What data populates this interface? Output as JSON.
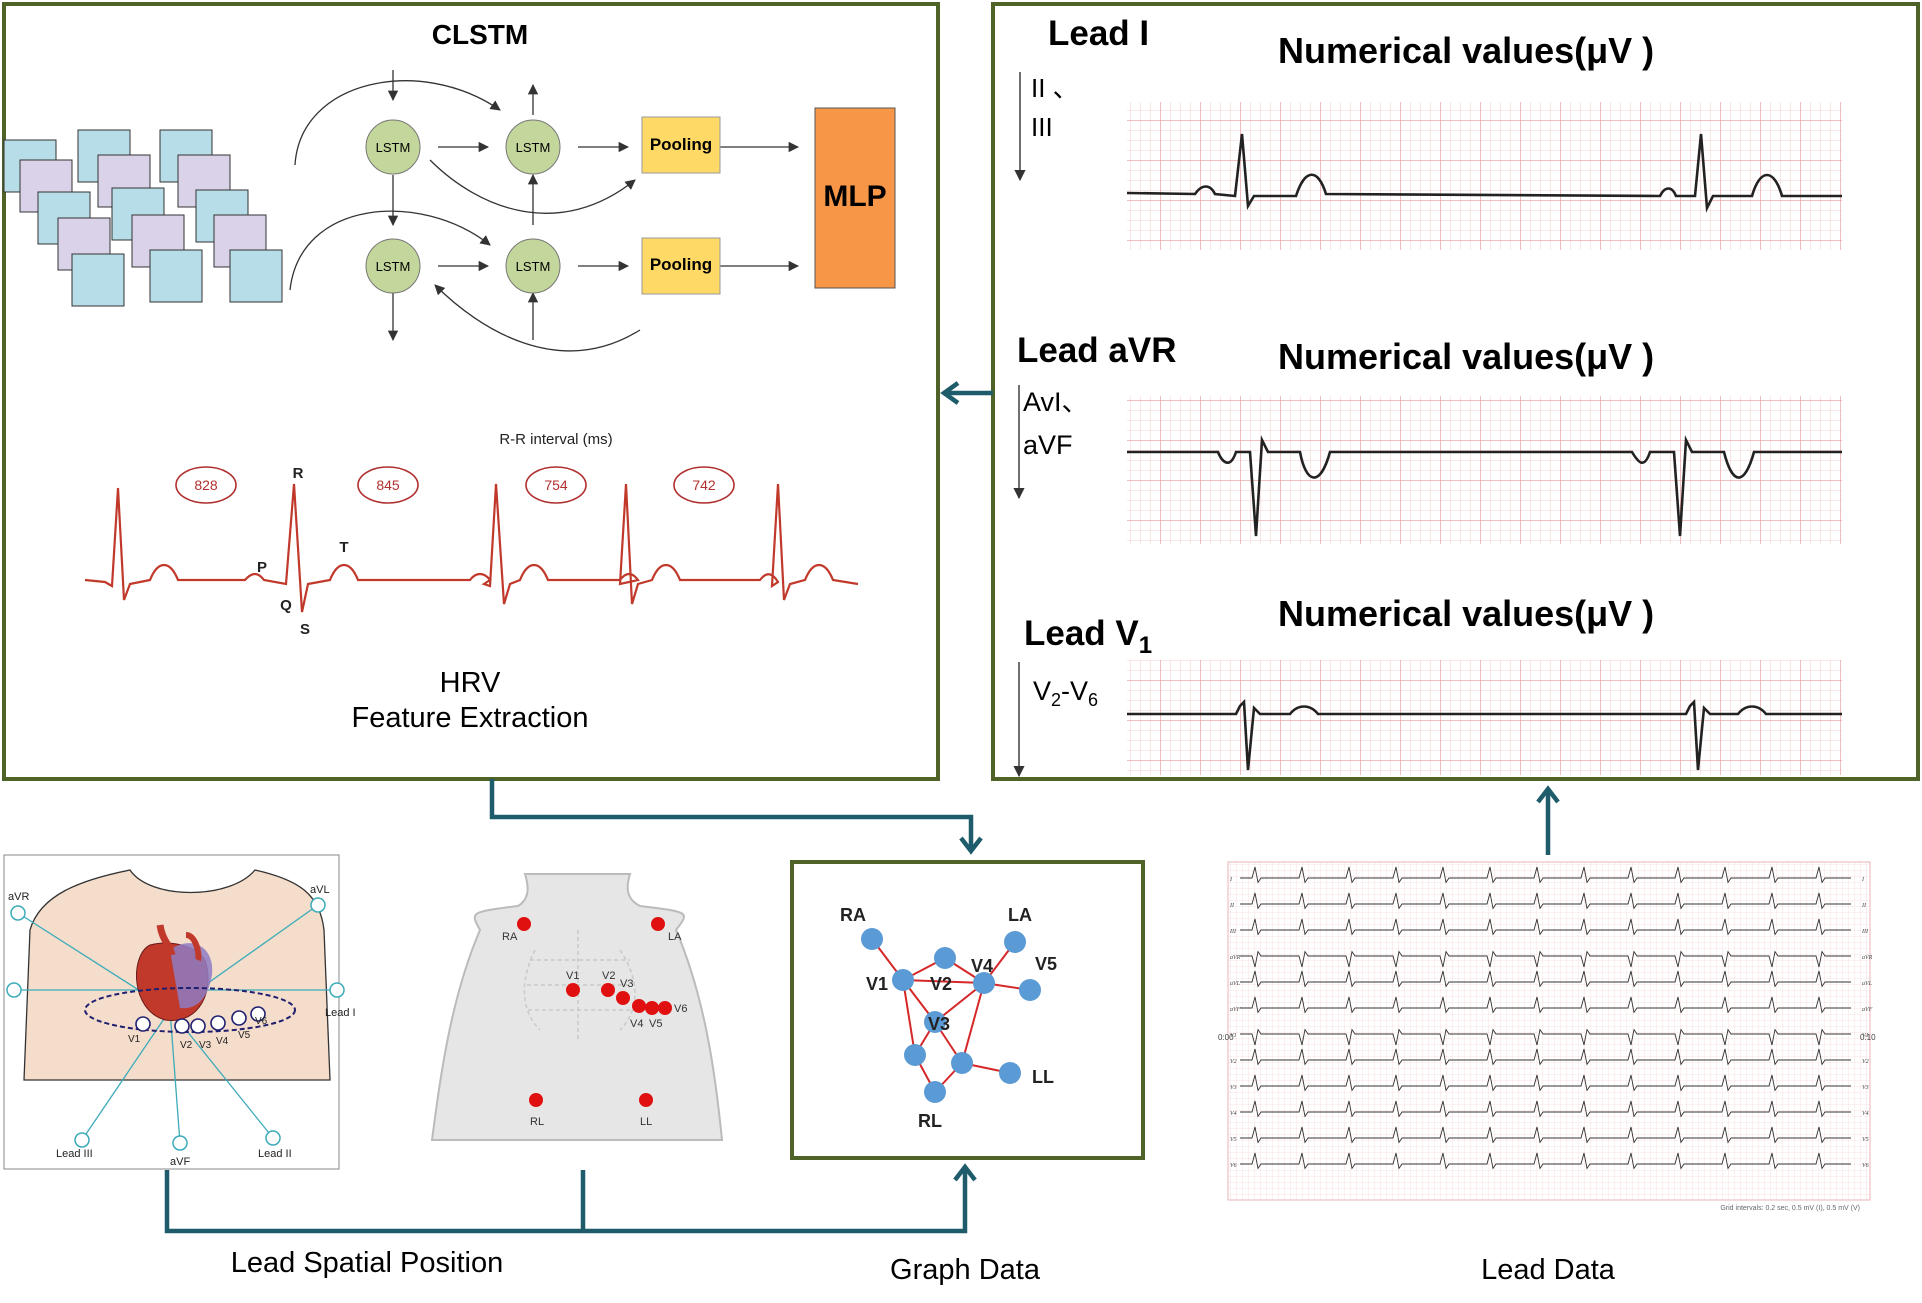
{
  "clstm": {
    "title": "CLSTM",
    "lstm_label": "LSTM",
    "pooling_label": "Pooling",
    "mlp_label": "MLP"
  },
  "hrv": {
    "rr_title": "R-R interval (ms)",
    "intervals": [
      "828",
      "845",
      "754",
      "742"
    ],
    "wave_labels": {
      "P": "P",
      "Q": "Q",
      "R": "R",
      "S": "S",
      "T": "T"
    },
    "title_line1": "HRV",
    "title_line2": "Feature Extraction"
  },
  "leads": [
    {
      "name": "Lead I",
      "values_label": "Numerical values(μV )",
      "side_line1": "II 、",
      "side_line2": "III"
    },
    {
      "name": "Lead aVR",
      "values_label": "Numerical values(μV )",
      "side_line1": "AvI、",
      "side_line2": "aVF"
    },
    {
      "name_main": "Lead V",
      "name_sub": "1",
      "values_label": "Numerical values(μV )",
      "side_main": "V",
      "side_sub1": "2",
      "side_dash": "-V",
      "side_sub2": "6"
    }
  ],
  "heart_diagram": {
    "labels": {
      "avr": "aVR",
      "avl": "aVL",
      "lead1": "Lead I",
      "lead2": "Lead II",
      "lead3": "Lead III",
      "avf": "aVF"
    },
    "v_labels": [
      "V1",
      "V2",
      "V3",
      "V4",
      "V5",
      "V6"
    ]
  },
  "torso": {
    "electrodes": {
      "ra": "RA",
      "la": "LA",
      "rl": "RL",
      "ll": "LL",
      "v1": "V1",
      "v2": "V2",
      "v3": "V3",
      "v4": "V4",
      "v5": "V5",
      "v6": "V6"
    }
  },
  "graph": {
    "nodes": {
      "ra": "RA",
      "la": "LA",
      "v1": "V1",
      "v2": "V2",
      "v3": "V3",
      "v4": "V4",
      "v5": "V5",
      "ll": "LL",
      "rl": "RL"
    }
  },
  "ecg_sheet": {
    "row_labels": [
      "I",
      "II",
      "III",
      "aVR",
      "aVL",
      "aVF",
      "V1",
      "V2",
      "V3",
      "V4",
      "V5",
      "V6"
    ],
    "time_start": "0:00",
    "time_end": "0:10",
    "footer": "Grid intervals: 0.2 sec, 0.5 mV (I), 0.5 mV (V)"
  },
  "captions": {
    "lead_spatial_position": "Lead Spatial Position",
    "graph_data": "Graph Data",
    "lead_data": "Lead Data"
  },
  "colors": {
    "frame": "#4f6228",
    "connector": "#1f5c6b",
    "lstm_fill": "#c3d69b",
    "pooling_fill": "#ffd966",
    "mlp_fill": "#f79646",
    "ecg_red": "#c0392b",
    "node_blue": "#5b9bd5",
    "edge_red": "#d62728",
    "electrode_red": "#e01010"
  }
}
